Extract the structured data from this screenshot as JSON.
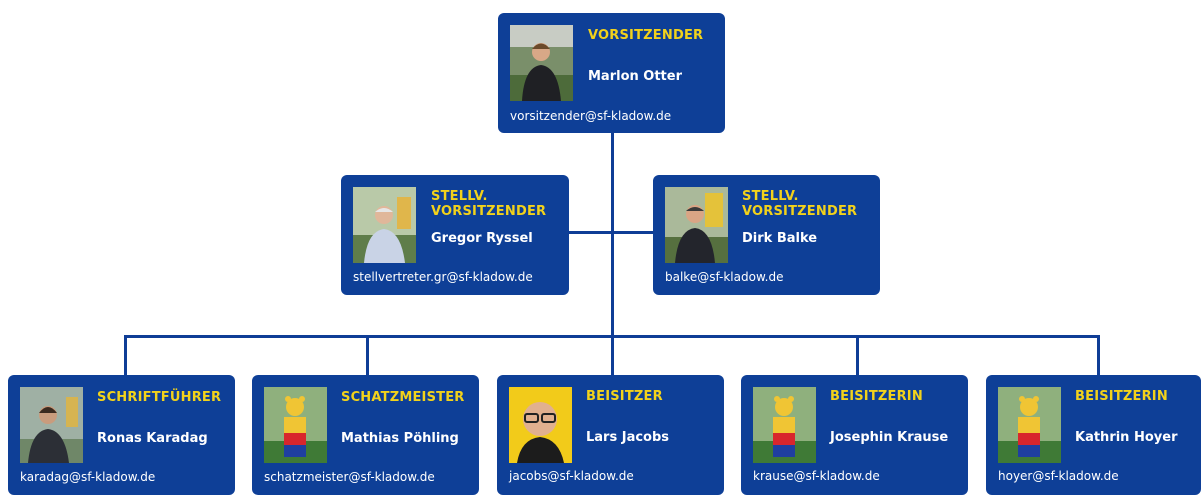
{
  "org_chart": {
    "chair": {
      "role": "VORSITZENDER",
      "name": "Marlon Otter",
      "email": "vorsitzender@sf-kladow.de",
      "photo": "person-photo-man-dark-jacket"
    },
    "deputies": [
      {
        "role": "STELLV.\nVORSITZENDER",
        "name": "Gregor Ryssel",
        "email": "stellvertreter.gr@sf-kladow.de",
        "photo": "person-photo-older-man-light-shirt"
      },
      {
        "role": "STELLV.\nVORSITZENDER",
        "name": "Dirk Balke",
        "email": "balke@sf-kladow.de",
        "photo": "person-photo-man-dark-polo"
      }
    ],
    "board": [
      {
        "role": "SCHRIFTFÜHRER",
        "name": "Ronas Karadag",
        "email": "karadag@sf-kladow.de",
        "photo": "person-photo-young-man"
      },
      {
        "role": "SCHATZMEISTER",
        "name": "Mathias Pöhling",
        "email": "schatzmeister@sf-kladow.de",
        "photo": "mascot-bear-photo"
      },
      {
        "role": "BEISITZER",
        "name": "Lars Jacobs",
        "email": "jacobs@sf-kladow.de",
        "photo": "person-photo-bald-man-glasses"
      },
      {
        "role": "BEISITZERIN",
        "name": "Josephin Krause",
        "email": "krause@sf-kladow.de",
        "photo": "mascot-bear-photo"
      },
      {
        "role": "BEISITZERIN",
        "name": "Kathrin Hoyer",
        "email": "hoyer@sf-kladow.de",
        "photo": "mascot-bear-photo"
      }
    ]
  },
  "colors": {
    "card": "#0e3f97",
    "connector": "#0f3d96",
    "role_text": "#f2d21b",
    "text": "#ffffff"
  }
}
